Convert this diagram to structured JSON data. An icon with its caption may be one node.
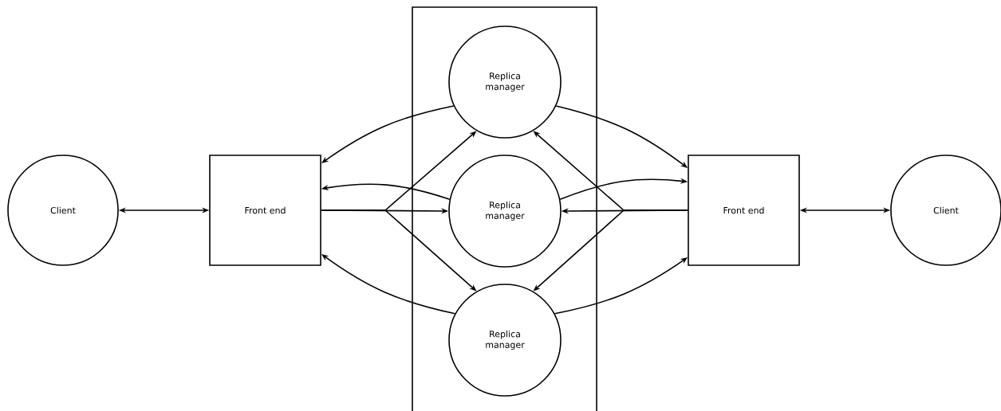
{
  "diagram": {
    "nodes": [
      {
        "text": [
          "Client"
        ]
      },
      {
        "text": [
          "Front end"
        ]
      },
      {
        "text": [],
        "shape": "box"
      },
      {
        "text": [
          "Replica manager"
        ],
        "in": 2
      },
      {
        "text": [
          "Replica manager"
        ],
        "in": 2
      },
      {
        "text": [
          "Replica manager"
        ],
        "in": 2
      },
      {
        "text": [
          "Front end"
        ]
      },
      {
        "text": [
          "Client"
        ]
      }
    ],
    "edges": [
      {
        "from": 0,
        "to": 1,
        "arrow": "both"
      },
      {
        "from": 3,
        "to": 1,
        "arrow": "to"
      },
      {
        "from": 4,
        "to": 1,
        "arrow": "to"
      },
      {
        "from": 5,
        "to": 1,
        "arrow": "to"
      },
      {
        "from": 1,
        "to": 3,
        "arrow": "to"
      },
      {
        "from": 1,
        "to": 4,
        "arrow": "to"
      },
      {
        "from": 1,
        "to": 5,
        "arrow": "to"
      },
      {
        "from": 3,
        "to": 6,
        "arrow": "to"
      },
      {
        "from": 4,
        "to": 6,
        "arrow": "to"
      },
      {
        "from": 5,
        "to": 6,
        "arrow": "to"
      },
      {
        "from": 6,
        "to": 3,
        "arrow": "to"
      },
      {
        "from": 6,
        "to": 4,
        "arrow": "to"
      },
      {
        "from": 6,
        "to": 5,
        "arrow": "to"
      },
      {
        "from": 6,
        "to": 7,
        "arrow": "both"
      }
    ]
  }
}
